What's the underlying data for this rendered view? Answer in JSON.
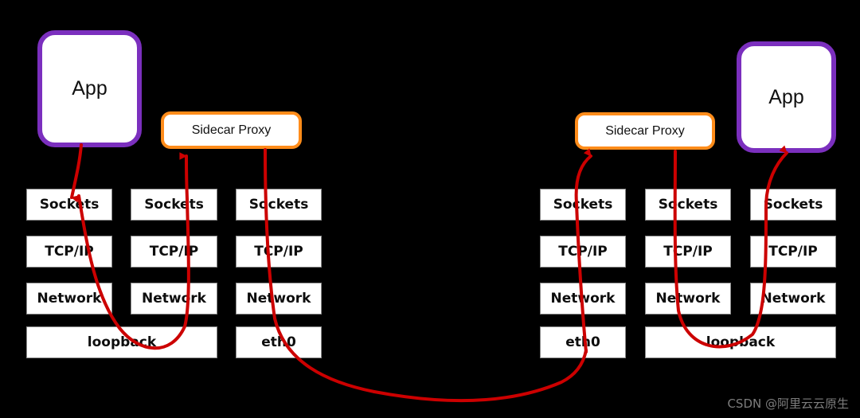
{
  "diagram": {
    "title": "Service Mesh Sidecar Proxy Network Path",
    "background_color": "#000000",
    "accent_colors": {
      "app_border": "#7B2FBE",
      "proxy_border": "#FF8C1A",
      "arrow": "#CC0000",
      "box_fill": "#FFFFFF",
      "box_border": "#8A8A8A"
    }
  },
  "left_pod": {
    "app": {
      "label": "App"
    },
    "proxy": {
      "label": "Sidecar Proxy"
    },
    "stacks": [
      {
        "name": "stack-1",
        "layers": [
          {
            "label": "Sockets"
          },
          {
            "label": "TCP/IP"
          },
          {
            "label": "Network"
          }
        ]
      },
      {
        "name": "stack-2",
        "layers": [
          {
            "label": "Sockets"
          },
          {
            "label": "TCP/IP"
          },
          {
            "label": "Network"
          }
        ]
      },
      {
        "name": "stack-3",
        "layers": [
          {
            "label": "Sockets"
          },
          {
            "label": "TCP/IP"
          },
          {
            "label": "Network"
          }
        ]
      }
    ],
    "interfaces": [
      {
        "label": "loopback",
        "spans": "stack-1-2"
      },
      {
        "label": "eth0",
        "spans": "stack-3"
      }
    ]
  },
  "right_pod": {
    "app": {
      "label": "App"
    },
    "proxy": {
      "label": "Sidecar Proxy"
    },
    "stacks": [
      {
        "name": "stack-4",
        "layers": [
          {
            "label": "Sockets"
          },
          {
            "label": "TCP/IP"
          },
          {
            "label": "Network"
          }
        ]
      },
      {
        "name": "stack-5",
        "layers": [
          {
            "label": "Sockets"
          },
          {
            "label": "TCP/IP"
          },
          {
            "label": "Network"
          }
        ]
      },
      {
        "name": "stack-6",
        "layers": [
          {
            "label": "Sockets"
          },
          {
            "label": "TCP/IP"
          },
          {
            "label": "Network"
          }
        ]
      }
    ],
    "interfaces": [
      {
        "label": "eth0",
        "spans": "stack-4"
      },
      {
        "label": "loopback",
        "spans": "stack-5-6"
      }
    ]
  },
  "watermark": {
    "text": "CSDN @阿里云云原生"
  }
}
